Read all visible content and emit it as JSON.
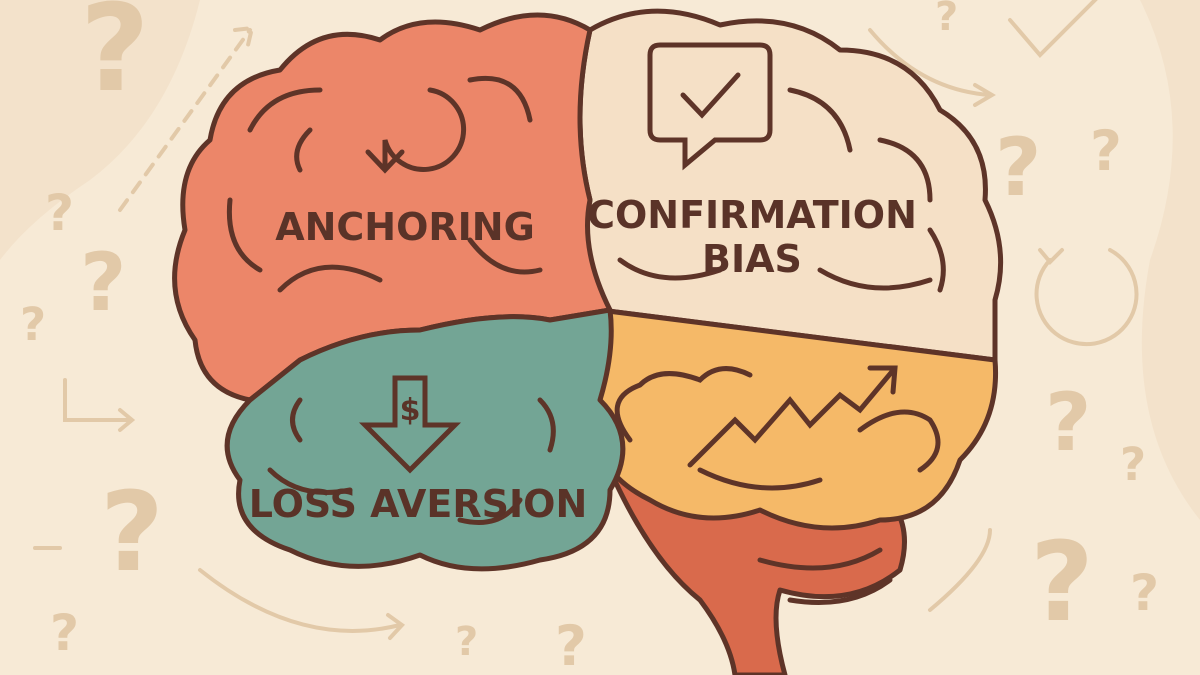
{
  "regions": {
    "anchoring": {
      "label": "ANCHORING",
      "color": "#ec8669",
      "icon": "curved-down-arrow-icon"
    },
    "confirmation": {
      "label_line1": "CONFIRMATION",
      "label_line2": "BIAS",
      "color": "#f5e0c6",
      "icon": "speech-bubble-check-icon"
    },
    "loss": {
      "label": "LOSS AVERSION",
      "color": "#73a595",
      "icon": "dollar-down-arrow-icon"
    },
    "trend": {
      "color": "#f5b968",
      "icon": "zigzag-up-arrow-icon"
    },
    "brainstem": {
      "color": "#d96a4c"
    }
  },
  "outline_color": "#5e3428",
  "background_color": "#f7ead6",
  "decor": {
    "question_mark": "?"
  }
}
